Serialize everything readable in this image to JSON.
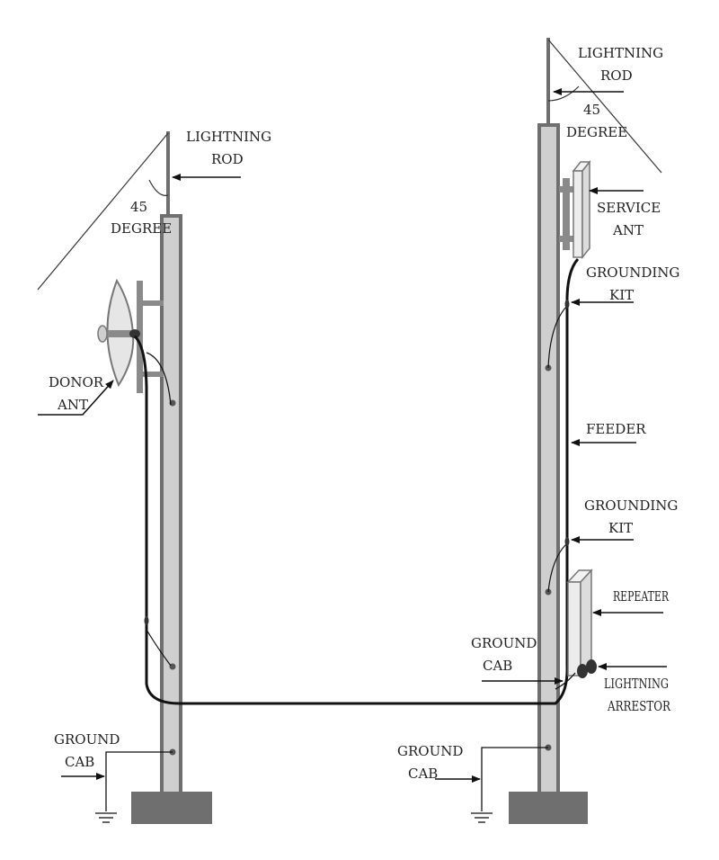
{
  "left_tower": {
    "lightning_rod_label_1": "LIGHTNING",
    "lightning_rod_label_2": "ROD",
    "angle_label_1": "45",
    "angle_label_2": "DEGREE",
    "donor_ant_label_1": "DONOR",
    "donor_ant_label_2": "ANT",
    "ground_cab_label_1": "GROUND",
    "ground_cab_label_2": "CAB"
  },
  "right_tower": {
    "lightning_rod_label_1": "LIGHTNING",
    "lightning_rod_label_2": "ROD",
    "angle_label_1": "45",
    "angle_label_2": "DEGREE",
    "service_ant_label_1": "SERVICE",
    "service_ant_label_2": "ANT",
    "grounding_kit_top_label_1": "GROUNDING",
    "grounding_kit_top_label_2": "KIT",
    "feeder_label": "FEEDER",
    "grounding_kit_bottom_label_1": "GROUNDING",
    "grounding_kit_bottom_label_2": "KIT",
    "repeater_label": "REPEATER",
    "ground_cab_inner_label_1": "GROUND",
    "ground_cab_inner_label_2": "CAB",
    "lightning_arrestor_label_1": "LIGHTNING",
    "lightning_arrestor_label_2": "ARRESTOR",
    "ground_cab_label_1": "GROUND",
    "ground_cab_label_2": "CAB"
  }
}
